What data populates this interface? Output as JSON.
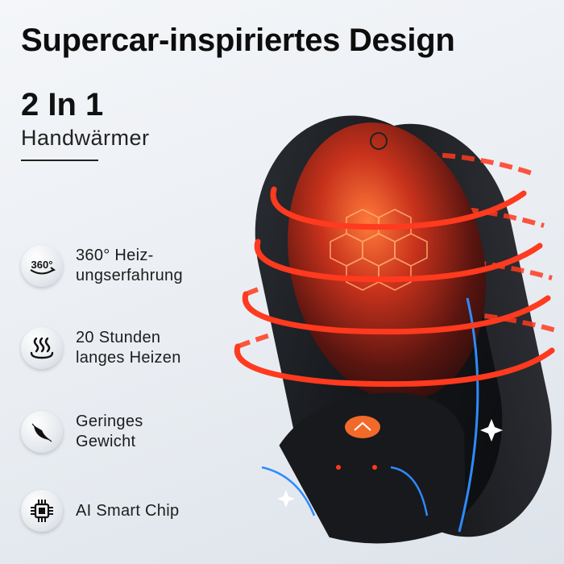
{
  "headline": "Supercar-inspiriertes Design",
  "subtitle": "2 In 1",
  "sublabel": "Handwärmer",
  "features": [
    {
      "icon": "360-icon",
      "line1": "360° Heiz-",
      "line2": "ungserfahrung"
    },
    {
      "icon": "heat-waves-icon",
      "line1": "20 Stunden",
      "line2": "langes Heizen"
    },
    {
      "icon": "feather-icon",
      "line1": "Geringes",
      "line2": "Gewicht"
    },
    {
      "icon": "chip-icon",
      "line1": "AI Smart Chip",
      "line2": ""
    }
  ],
  "badge_360": "360°",
  "colors": {
    "heat": "#ff3a1f",
    "glow": "#ff6a2a",
    "body": "#1b1d21",
    "accent_blue": "#2e8bff",
    "button": "#f26a2a"
  }
}
